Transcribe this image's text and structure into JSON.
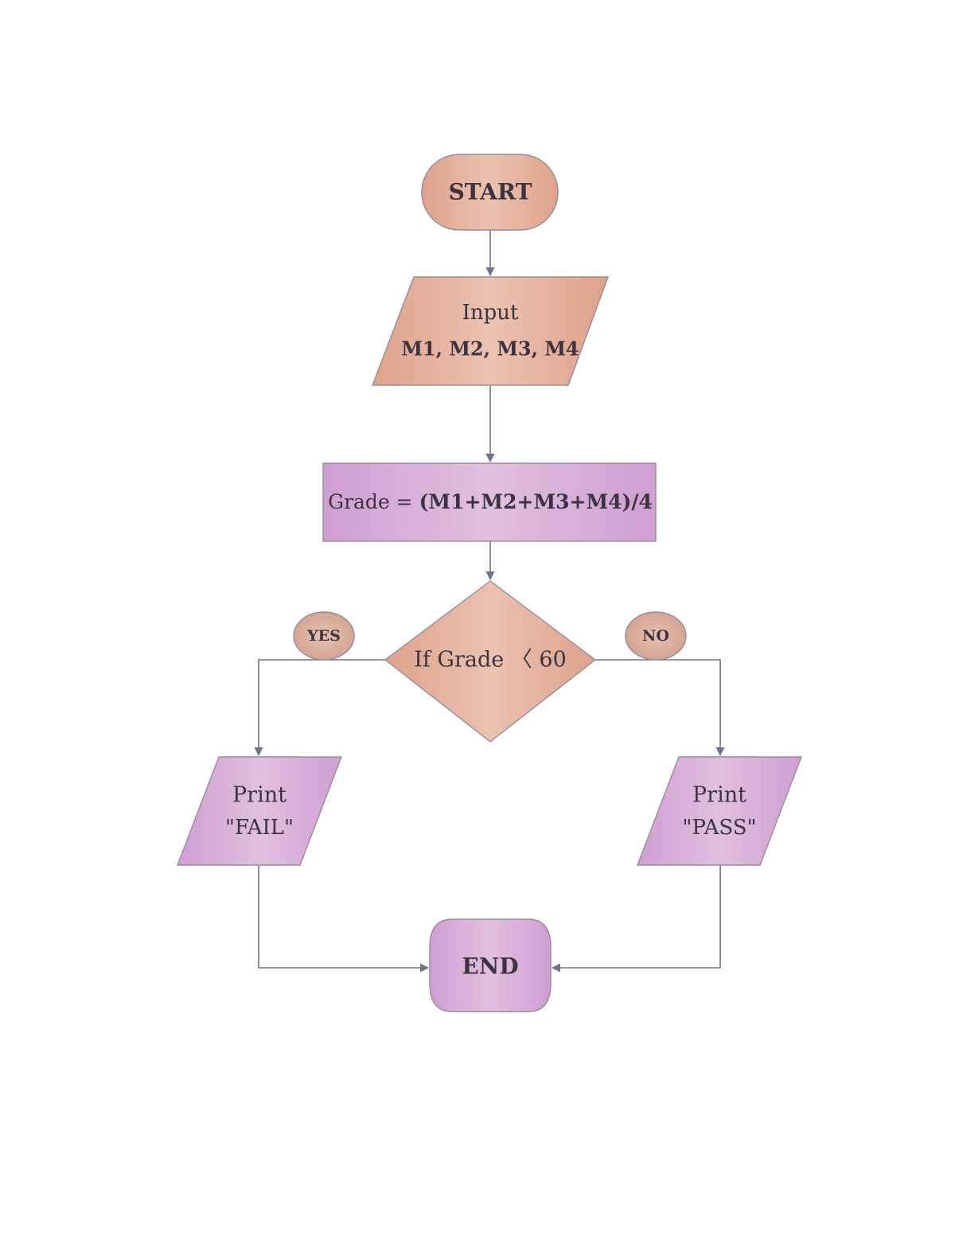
{
  "diagram": {
    "type": "flowchart",
    "title": "",
    "colors": {
      "peach": "#e0aa92",
      "peach_light": "#ecc3b2",
      "purple": "#d0a1d3",
      "purple_light": "#e2c3e1",
      "connector": "#6f7383",
      "text": "#3c3340"
    },
    "nodes": {
      "start": {
        "shape": "terminator",
        "label": "START"
      },
      "input": {
        "shape": "input-output",
        "line1": "Input",
        "line2": "M1, M2, M3, M4"
      },
      "compute": {
        "shape": "process",
        "label_plain": "Grade = ",
        "label_formula": "(M1+M2+M3+M4)/4"
      },
      "decision": {
        "shape": "decision",
        "label": "If Grade  〈 60"
      },
      "yes": {
        "shape": "connector-label",
        "label": "YES"
      },
      "no": {
        "shape": "connector-label",
        "label": "NO"
      },
      "fail": {
        "shape": "input-output",
        "line1": "Print",
        "line2": "\"FAIL\""
      },
      "pass": {
        "shape": "input-output",
        "line1": "Print",
        "line2": "\"PASS\""
      },
      "end": {
        "shape": "terminator",
        "label": "END"
      }
    },
    "edges": [
      {
        "from": "start",
        "to": "input"
      },
      {
        "from": "input",
        "to": "compute"
      },
      {
        "from": "compute",
        "to": "decision"
      },
      {
        "from": "decision",
        "to": "fail",
        "label": "YES"
      },
      {
        "from": "decision",
        "to": "pass",
        "label": "NO"
      },
      {
        "from": "fail",
        "to": "end"
      },
      {
        "from": "pass",
        "to": "end"
      }
    ]
  }
}
